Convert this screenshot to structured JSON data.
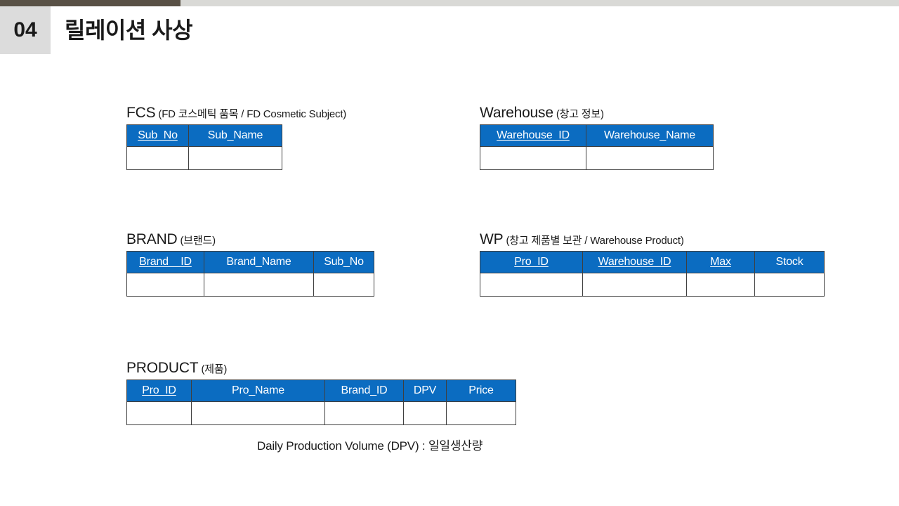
{
  "header": {
    "slide_number": "04",
    "title": "릴레이션 사상",
    "bar_dark_color": "#595146",
    "bar_light_color": "#d9d9d6",
    "badge_color": "#dcdcdc"
  },
  "theme": {
    "header_blue": "#0b6cc1",
    "border_color": "#3f3f3f",
    "text_color": "#1a1a1a"
  },
  "entities": [
    {
      "name": "FCS",
      "description": "(FD 코스메틱 품목 / FD Cosmetic Subject)",
      "columns": [
        {
          "label": "Sub_No",
          "pk": true
        },
        {
          "label": "Sub_Name",
          "pk": false
        }
      ]
    },
    {
      "name": "Warehouse",
      "description": "(창고 정보)",
      "columns": [
        {
          "label": "Warehouse_ID",
          "pk": true
        },
        {
          "label": "Warehouse_Name",
          "pk": false
        }
      ]
    },
    {
      "name": "BRAND",
      "description": "(브랜드)",
      "columns": [
        {
          "label": "Brand__ID",
          "pk": true
        },
        {
          "label": "Brand_Name",
          "pk": false
        },
        {
          "label": "Sub_No",
          "pk": false
        }
      ]
    },
    {
      "name": "WP",
      "description": "(창고 제품별 보관 / Warehouse Product)",
      "columns": [
        {
          "label": "Pro_ID",
          "pk": true
        },
        {
          "label": "Warehouse_ID",
          "pk": true
        },
        {
          "label": "Max",
          "pk": true
        },
        {
          "label": "Stock",
          "pk": false
        }
      ]
    },
    {
      "name": "PRODUCT",
      "description": "(제품)",
      "columns": [
        {
          "label": "Pro_ID",
          "pk": true
        },
        {
          "label": "Pro_Name",
          "pk": false
        },
        {
          "label": "Brand_ID",
          "pk": false
        },
        {
          "label": "DPV",
          "pk": false
        },
        {
          "label": "Price",
          "pk": false
        }
      ]
    }
  ],
  "footnote": "Daily Production Volume (DPV) : 일일생산량"
}
